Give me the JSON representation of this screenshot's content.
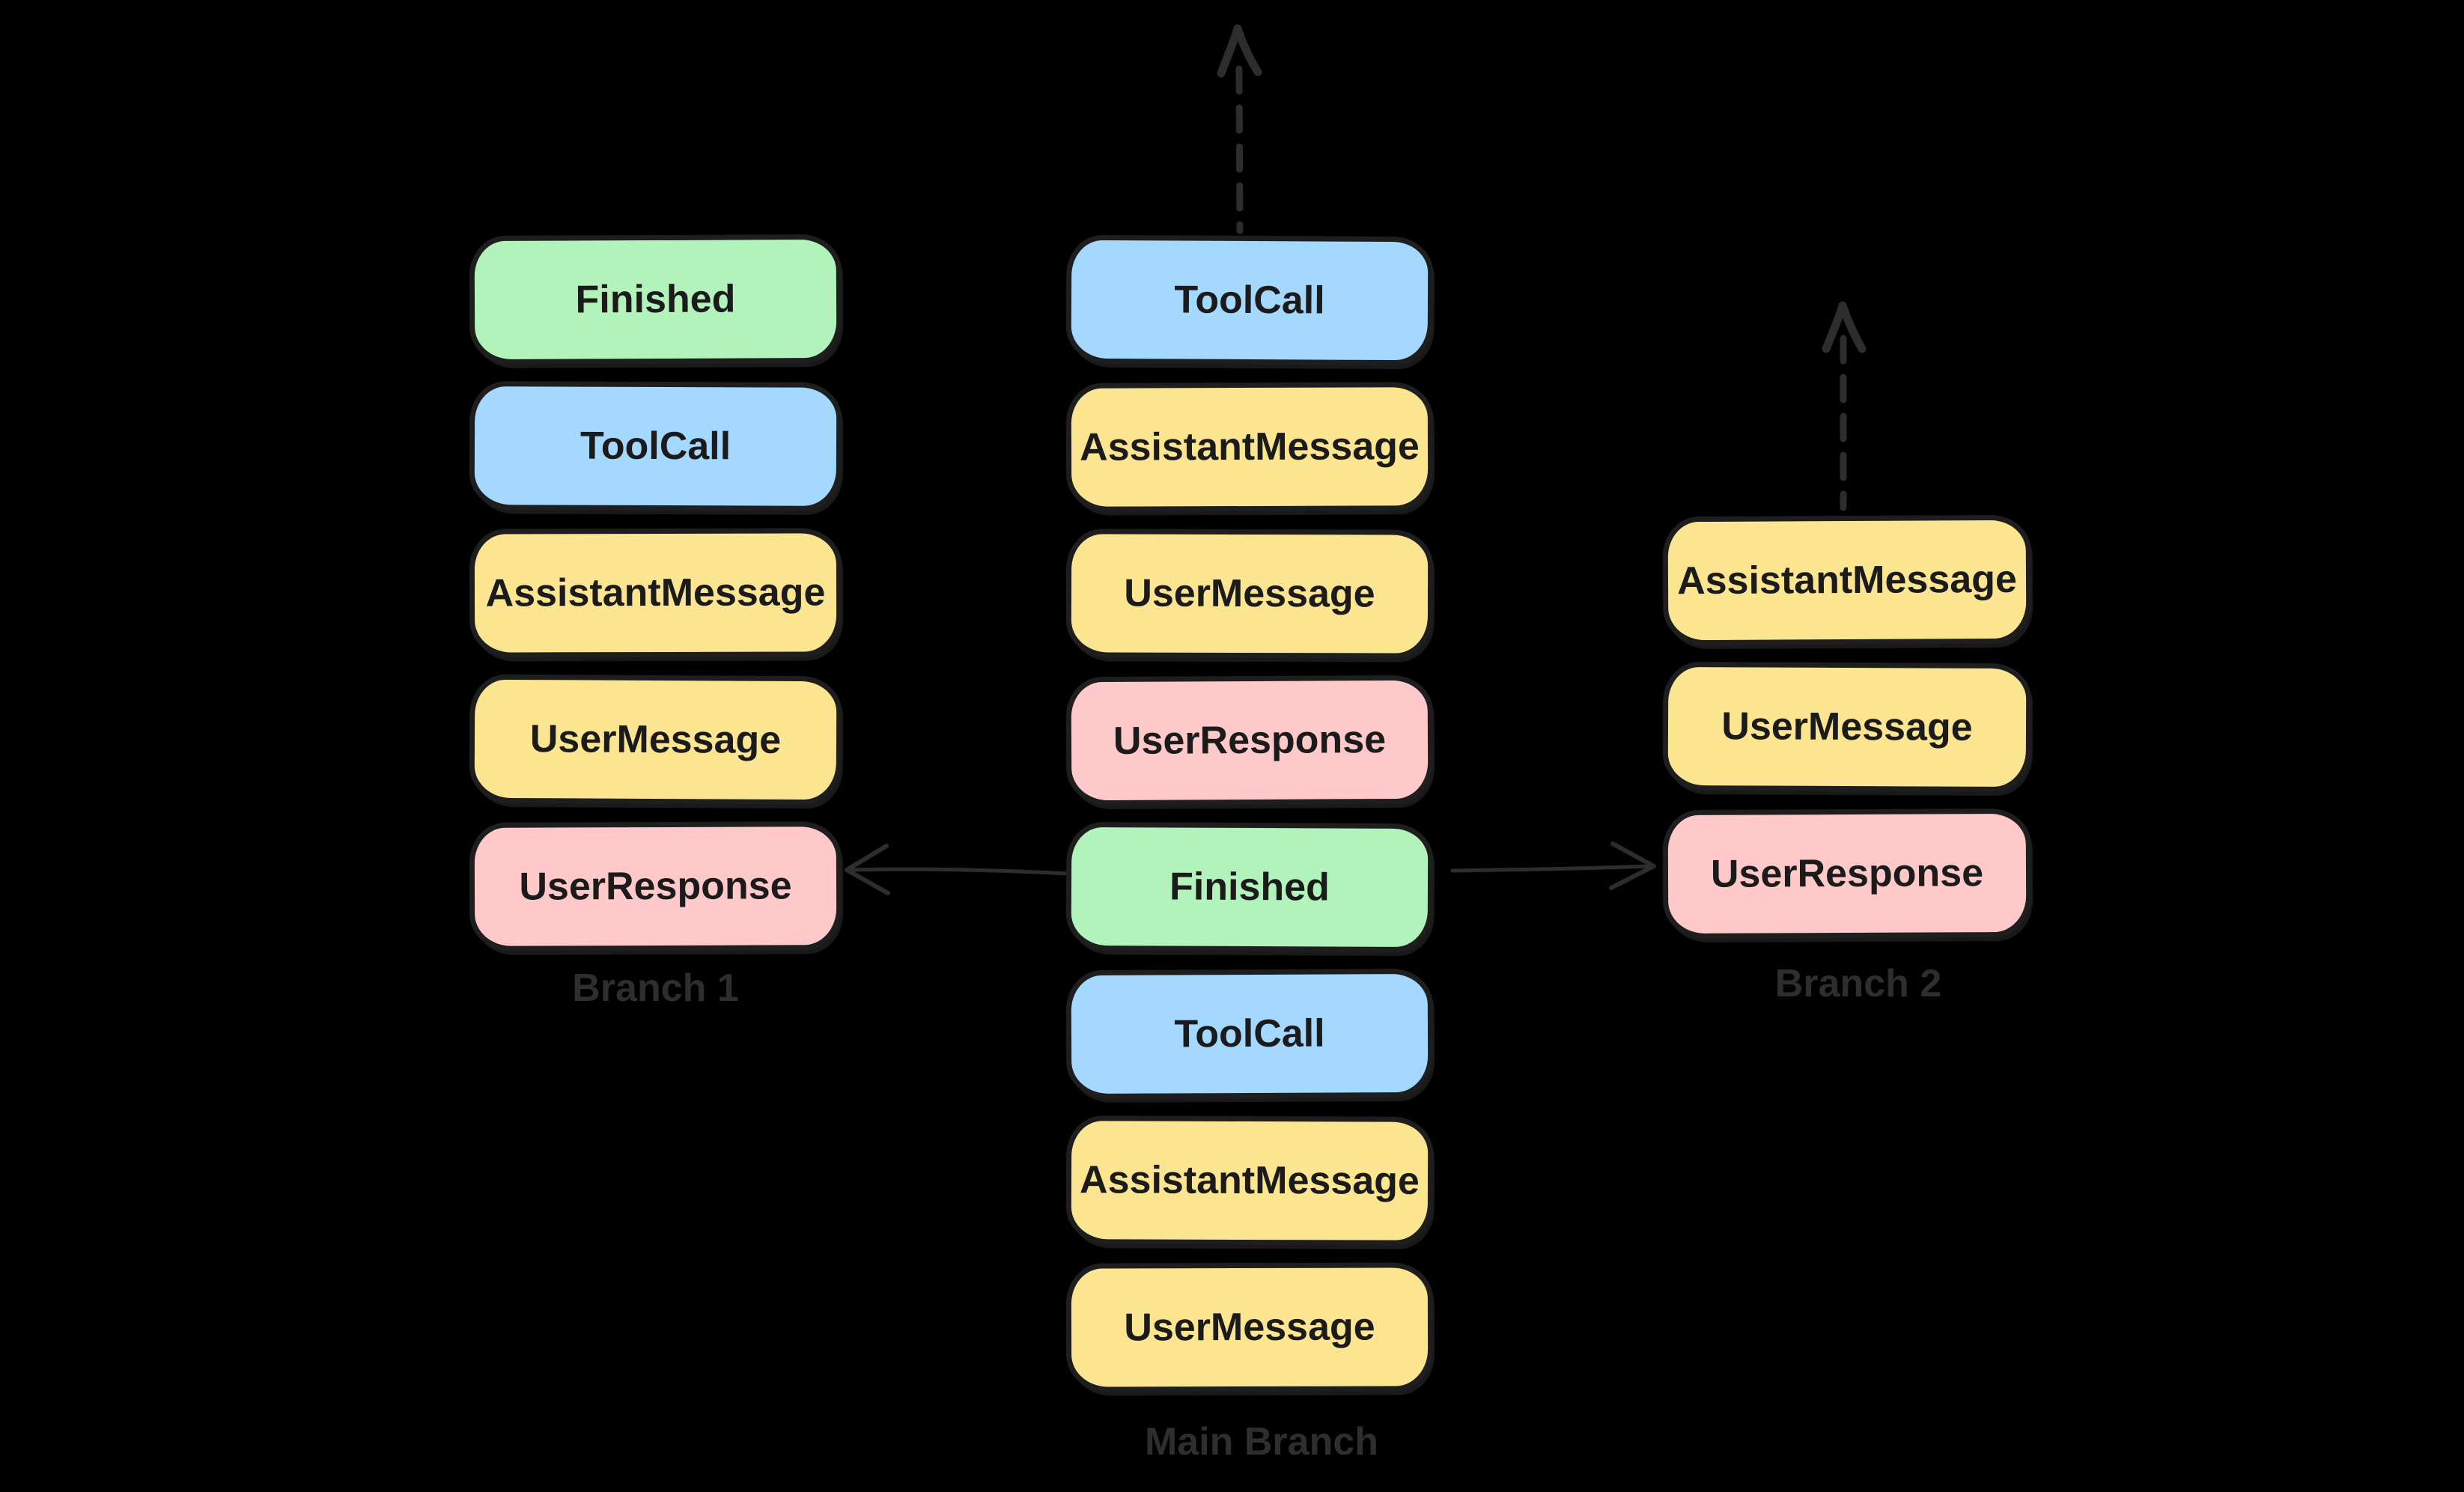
{
  "colors": {
    "background": "#000000",
    "outline": "#1e1e1e",
    "box_text": "#1b1b1b",
    "arrow": "#2d2d2d",
    "branch_label": "#2e2e2e",
    "shadow": "#191919",
    "node_fills": {
      "Finished": "#b2f2bb",
      "ToolCall": "#a5d8ff",
      "AssistantMessage": "#fbe590",
      "UserMessage": "#fbe590",
      "UserResponse": "#ffc9c9"
    }
  },
  "diagram": {
    "columns": [
      {
        "id": "branch-1",
        "label": "Branch 1",
        "nodes": [
          {
            "type": "finished",
            "label": "Finished"
          },
          {
            "type": "tool_call",
            "label": "ToolCall"
          },
          {
            "type": "assistant_message",
            "label": "AssistantMessage"
          },
          {
            "type": "user_message",
            "label": "UserMessage"
          },
          {
            "type": "user_response",
            "label": "UserResponse"
          }
        ]
      },
      {
        "id": "main-branch",
        "label": "Main Branch",
        "nodes": [
          {
            "type": "tool_call",
            "label": "ToolCall"
          },
          {
            "type": "assistant_message",
            "label": "AssistantMessage"
          },
          {
            "type": "user_message",
            "label": "UserMessage"
          },
          {
            "type": "user_response",
            "label": "UserResponse"
          },
          {
            "type": "finished",
            "label": "Finished"
          },
          {
            "type": "tool_call",
            "label": "ToolCall"
          },
          {
            "type": "assistant_message",
            "label": "AssistantMessage"
          },
          {
            "type": "user_message",
            "label": "UserMessage"
          }
        ]
      },
      {
        "id": "branch-2",
        "label": "Branch 2",
        "nodes": [
          {
            "type": "assistant_message",
            "label": "AssistantMessage"
          },
          {
            "type": "user_message",
            "label": "UserMessage"
          },
          {
            "type": "user_response",
            "label": "UserResponse"
          }
        ]
      }
    ],
    "connections": [
      {
        "from": "main-branch Finished",
        "to": "branch-1 UserResponse",
        "style": "solid",
        "direction": "left"
      },
      {
        "from": "main-branch Finished",
        "to": "branch-2 UserResponse",
        "style": "solid",
        "direction": "right"
      },
      {
        "from": "main-branch ToolCall (top)",
        "to": "continues upward",
        "style": "dashed",
        "direction": "up"
      },
      {
        "from": "branch-2 AssistantMessage (top)",
        "to": "continues upward",
        "style": "dashed",
        "direction": "up"
      }
    ]
  }
}
